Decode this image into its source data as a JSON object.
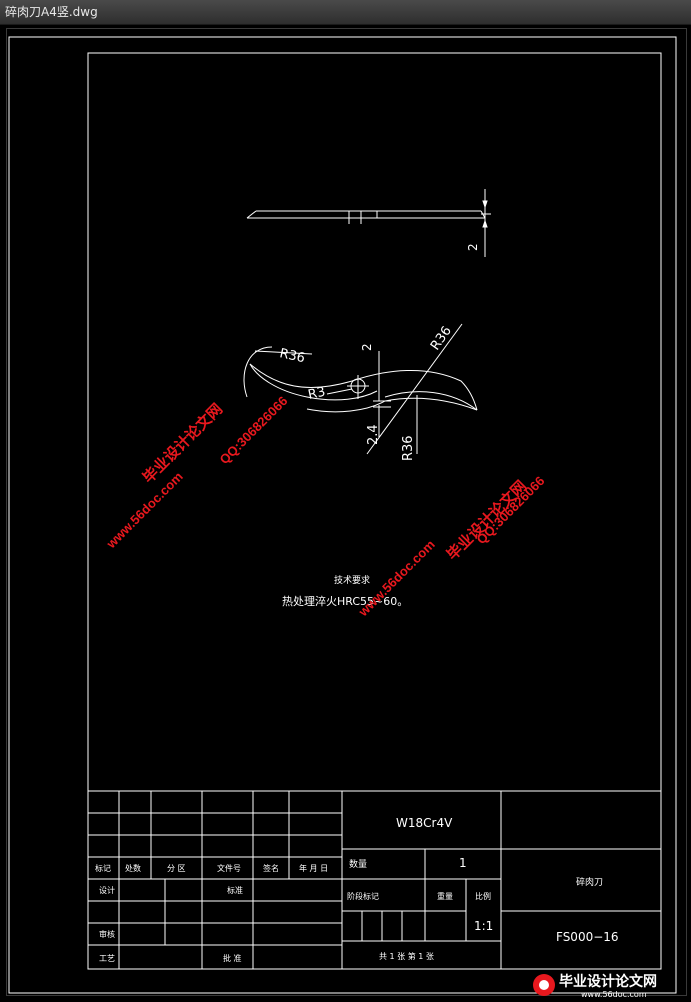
{
  "window": {
    "title": "碎肉刀A4竖.dwg"
  },
  "drawing": {
    "dim_thickness": "2",
    "dim_r36_left": "R36",
    "dim_r3": "R3",
    "dim_2_top": "2",
    "dim_r36_right_top": "R36",
    "dim_2_4": "2.4",
    "dim_r36_right_bottom": "R36",
    "tech_title": "技术要求",
    "tech_line": "热处理淬火HRC55~60。"
  },
  "title_block": {
    "material": "W18Cr4V",
    "quantity_label": "数量",
    "quantity_value": "1",
    "stage_label": "阶段标记",
    "weight_label": "重量",
    "scale_label": "比例",
    "scale_value": "1:1",
    "part_name": "碎肉刀",
    "drawing_number": "FS000−16",
    "row_mark": "标记",
    "row_count": "处数",
    "row_zone": "分 区",
    "row_doc": "文件号",
    "row_sign": "签名",
    "row_date": "年 月 日",
    "design": "设计",
    "standard": "标准",
    "audit": "审核",
    "process": "工艺",
    "approve": "批 准",
    "sheets": "共 1 张  第 1 张"
  },
  "watermarks": {
    "site": "www.56doc.com",
    "qq": "QQ:306826066",
    "brand": "毕业设计论文网"
  },
  "logo": {
    "text": "毕业设计论文网",
    "url_text": "www.56doc.com"
  }
}
